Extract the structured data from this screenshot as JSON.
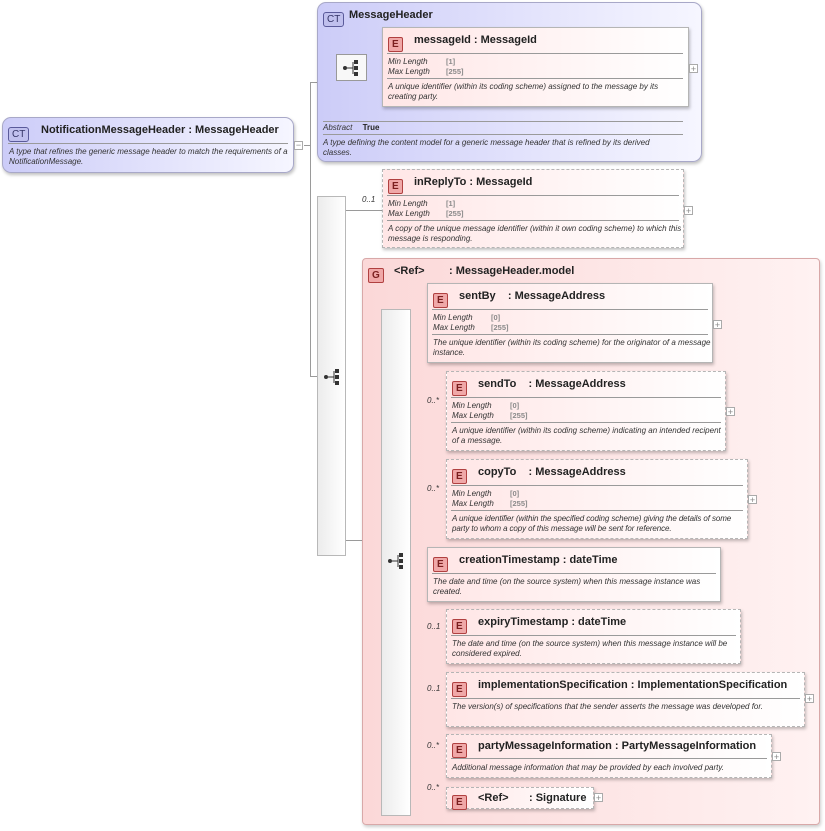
{
  "root": {
    "badge": "CT",
    "title": "NotificationMessageHeader : MessageHeader",
    "doc": "A type that refines the generic message header to match the requirements of a NotificationMessage."
  },
  "base": {
    "badge": "CT",
    "title": "MessageHeader",
    "abstract_label": "Abstract",
    "abstract_value": "True",
    "doc": "A type defining the content model for a generic message header that is refined by its derived classes."
  },
  "facet_labels": {
    "min": "Min Length",
    "max": "Max Length"
  },
  "messageId": {
    "badge": "E",
    "title": "messageId : MessageId",
    "min": "[1]",
    "max": "[255]",
    "doc": "A unique identifier (within its coding scheme) assigned to the message by its creating party."
  },
  "inReplyTo": {
    "badge": "E",
    "card": "0..1",
    "title": "inReplyTo : MessageId",
    "min": "[1]",
    "max": "[255]",
    "doc": "A copy of the unique message identifier (within it own coding scheme) to which this message is responding."
  },
  "group": {
    "badge": "G",
    "ref": "<Ref>",
    "title": ": MessageHeader.model"
  },
  "sentBy": {
    "badge": "E",
    "title": "sentBy    : MessageAddress",
    "min": "[0]",
    "max": "[255]",
    "doc": "The unique identifier (within its coding scheme) for the originator of a message instance."
  },
  "sendTo": {
    "badge": "E",
    "card": "0..*",
    "title": "sendTo    : MessageAddress",
    "min": "[0]",
    "max": "[255]",
    "doc": "A unique identifier (within its coding scheme) indicating an intended recipent of a message."
  },
  "copyTo": {
    "badge": "E",
    "card": "0..*",
    "title": "copyTo    : MessageAddress",
    "min": "[0]",
    "max": "[255]",
    "doc": "A unique identifier (within the specified coding scheme) giving the details of some party to whom a copy of this message will be sent for reference."
  },
  "creationTimestamp": {
    "badge": "E",
    "title": "creationTimestamp : dateTime",
    "doc": "The date and time (on the source system) when this message instance was created."
  },
  "expiryTimestamp": {
    "badge": "E",
    "card": "0..1",
    "title": "expiryTimestamp : dateTime",
    "doc": "The date and time (on the source system) when this message instance will be considered expired."
  },
  "implementationSpecification": {
    "badge": "E",
    "card": "0..1",
    "title": "implementationSpecification : ImplementationSpecification",
    "doc": "The version(s) of specifications that the sender asserts the message was developed for."
  },
  "partyMessageInformation": {
    "badge": "E",
    "card": "0..*",
    "title": "partyMessageInformation : PartyMessageInformation",
    "doc": "Additional message information that may be provided by each involved party."
  },
  "signature": {
    "badge": "E",
    "card": "0..*",
    "ref": "<Ref>",
    "title": ": Signature"
  },
  "icons": {
    "sequence": "sequence-compositor-icon",
    "expand": "plus",
    "collapse": "minus"
  }
}
